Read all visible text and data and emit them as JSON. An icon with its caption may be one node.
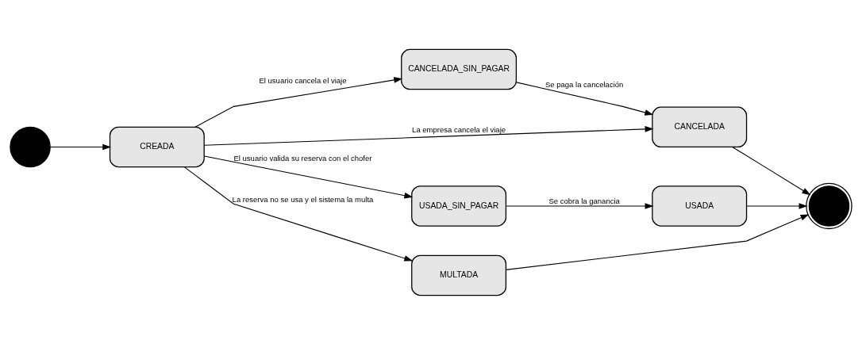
{
  "diagram": {
    "nodes": [
      {
        "text": [],
        "shape": "circle"
      },
      {
        "text": [
          "CREADA"
        ]
      },
      {
        "text": [
          "CANCELADA_SIN_PAGAR"
        ]
      },
      {
        "text": [
          "CANCELADA"
        ]
      },
      {
        "text": [
          "USADA_SIN_PAGAR"
        ]
      },
      {
        "text": [
          "USADA"
        ]
      },
      {
        "text": [
          "MULTADA"
        ]
      },
      {
        "text": [],
        "shape": "bullseye"
      }
    ],
    "edges": [
      {
        "from": 0,
        "to": 1,
        "arrow": "to"
      },
      {
        "from": 1,
        "to": 3,
        "arrow": "to",
        "label": "La empresa cancela el viaje"
      },
      {
        "from": 1,
        "to": 2,
        "arrow": "to",
        "label": "El usuario cancela el viaje"
      },
      {
        "from": 2,
        "to": 3,
        "arrow": "to",
        "label": "Se paga la cancelación"
      },
      {
        "from": 1,
        "to": 4,
        "arrow": "to",
        "label": "El usuario valida su reserva con el chofer"
      },
      {
        "from": 4,
        "to": 5,
        "arrow": "to",
        "label": "Se cobra la ganancia"
      },
      {
        "from": 5,
        "to": 7,
        "arrow": "to"
      },
      {
        "from": 1,
        "to": 6,
        "arrow": "to",
        "label": "La reserva no se usa y el sistema la multa"
      },
      {
        "from": 6,
        "to": 7,
        "arrow": "to"
      },
      {
        "from": 3,
        "to": 7,
        "arrow": "to"
      }
    ]
  }
}
